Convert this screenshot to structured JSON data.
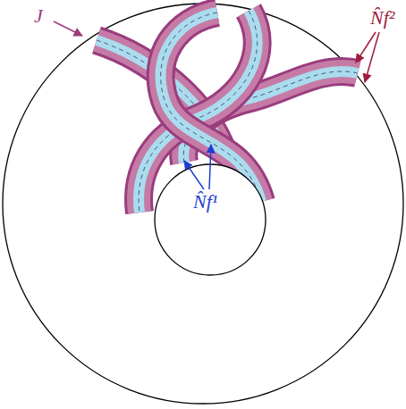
{
  "diagram": {
    "labels": [
      "J",
      "N̂f²",
      "N̂f¹"
    ]
  }
}
